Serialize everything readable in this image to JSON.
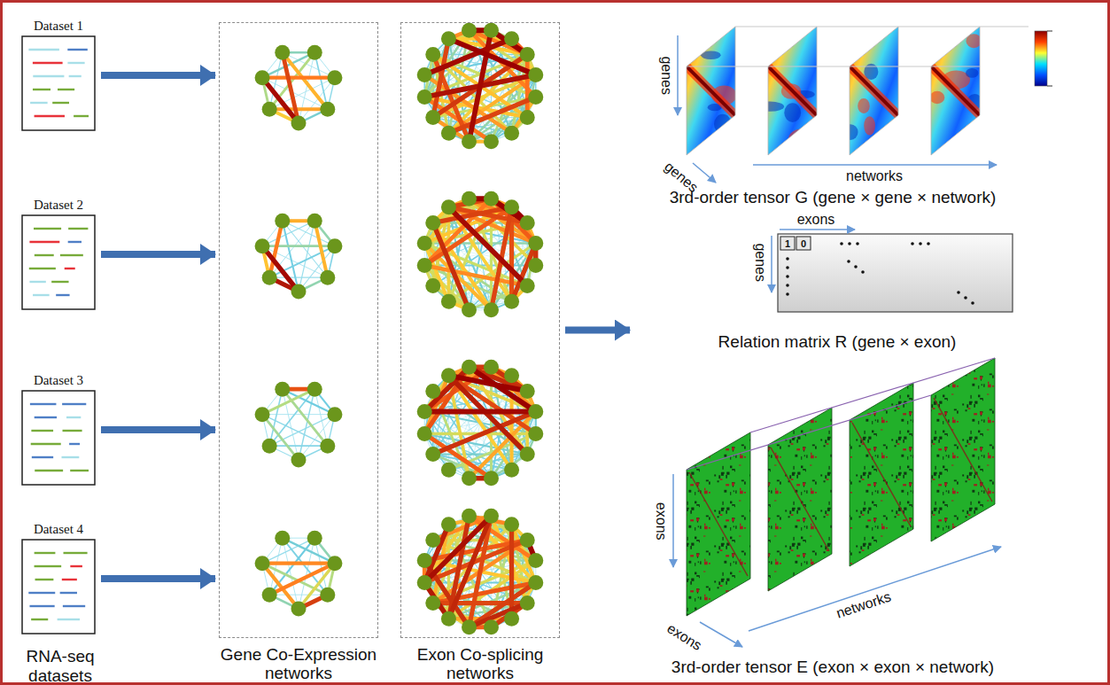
{
  "diagram": {
    "nodes": [
      {
        "text": [
          "Dataset 1"
        ]
      },
      {
        "text": [
          "Dataset 2"
        ]
      },
      {
        "text": [
          "Dataset 3"
        ]
      },
      {
        "text": [
          "Dataset 4"
        ]
      },
      {
        "text": [
          "Gene Co-Expression networks"
        ]
      },
      {
        "text": [
          "Exon Co-splicing networks"
        ]
      },
      {
        "text": [
          "3rd-order tensor G (gene × gene × network)"
        ]
      },
      {
        "text": [
          "Relation matrix R (gene × exon)"
        ]
      },
      {
        "text": [
          "3rd-order tensor E (exon × exon × network)"
        ]
      }
    ],
    "edges": [
      {
        "from": 0,
        "to": 4,
        "arrow": "to"
      },
      {
        "from": 1,
        "to": 4,
        "arrow": "to"
      },
      {
        "from": 2,
        "to": 4,
        "arrow": "to"
      },
      {
        "from": 3,
        "to": 4,
        "arrow": "to"
      },
      {
        "from": 5,
        "to": 7,
        "arrow": "to"
      }
    ],
    "labels": [
      "RNA-seq datasets",
      "genes",
      "genes",
      "networks",
      "exons",
      "genes",
      "1",
      "0",
      "exons",
      "exons",
      "networks"
    ]
  }
}
